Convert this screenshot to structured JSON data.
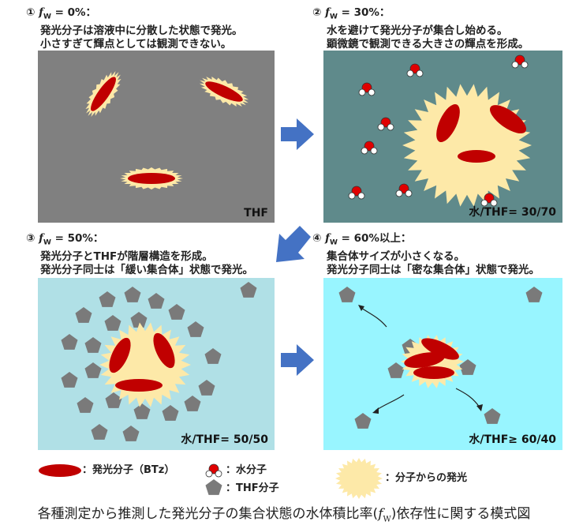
{
  "colors": {
    "panel1_bg": "#808080",
    "panel2_bg": "#5f8a8b",
    "panel3_bg": "#b0e0e6",
    "panel4_bg": "#98f5ff",
    "molecule_red": "#c00000",
    "glow_yellow": "#fde9a8",
    "thf_gray": "#7a7a7a",
    "arrow_blue": "#4472c4"
  },
  "panels": [
    {
      "number": "①",
      "fw_symbol": "f",
      "fw_sub": "W",
      "condition": " = 0%：",
      "line1": "発光分子は溶液中に分散した状態で発光。",
      "line2": "小さすぎて輝点としては観測できない。",
      "label": "THF"
    },
    {
      "number": "②",
      "fw_symbol": "f",
      "fw_sub": "W",
      "condition": " = 30%：",
      "line1": "水を避けて発光分子が集合し始める。",
      "line2": "顕微鏡で観測できる大きさの輝点を形成。",
      "label": "水/THF= 30/70"
    },
    {
      "number": "③",
      "fw_symbol": "f",
      "fw_sub": "W",
      "condition": " = 50%：",
      "line1": "発光分子とTHFが階層構造を形成。",
      "line2": "発光分子同士は「緩い集合体」状態で発光。",
      "label": "水/THF= 50/50"
    },
    {
      "number": "④",
      "fw_symbol": "f",
      "fw_sub": "W",
      "condition": " = 60%以上：",
      "line1": "集合体サイズが小さくなる。",
      "line2": "発光分子同士は「密な集合体」状態で発光。",
      "label": "水/THF≥ 60/40"
    }
  ],
  "legend": {
    "btz": "：発光分子（BTz）",
    "water": "：水分子",
    "thf": "：THF分子",
    "glow": "：分子からの発光"
  },
  "caption": {
    "before": "各種測定から推測した発光分子の集合状態の水体積比率(",
    "fw_symbol": "f",
    "fw_sub": "W",
    "after": ")依存性に関する模式図"
  }
}
